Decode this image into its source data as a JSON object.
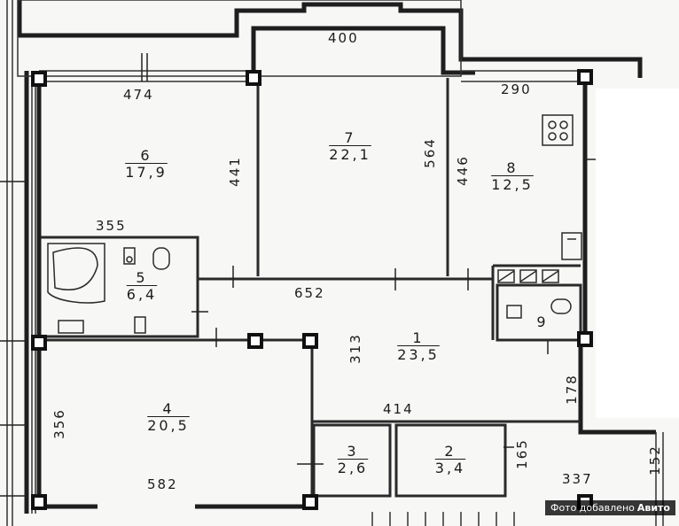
{
  "rooms": [
    {
      "id": "6",
      "area": "17,9"
    },
    {
      "id": "7",
      "area": "22,1"
    },
    {
      "id": "8",
      "area": "12,5"
    },
    {
      "id": "5",
      "area": "6,4"
    },
    {
      "id": "1",
      "area": "23,5"
    },
    {
      "id": "9",
      "area": ""
    },
    {
      "id": "4",
      "area": "20,5"
    },
    {
      "id": "3",
      "area": "2,6"
    },
    {
      "id": "2",
      "area": "3,4"
    }
  ],
  "dimensions": {
    "d400": "400",
    "d474": "474",
    "d290": "290",
    "d441": "441",
    "d564": "564",
    "d446": "446",
    "d355": "355",
    "d652": "652",
    "d313": "313",
    "d178": "178",
    "d356": "356",
    "d414": "414",
    "d165": "165",
    "d582": "582",
    "d337": "337",
    "d152": "152"
  },
  "watermark": {
    "text": "Фото добавлено",
    "logo": "Авито"
  }
}
